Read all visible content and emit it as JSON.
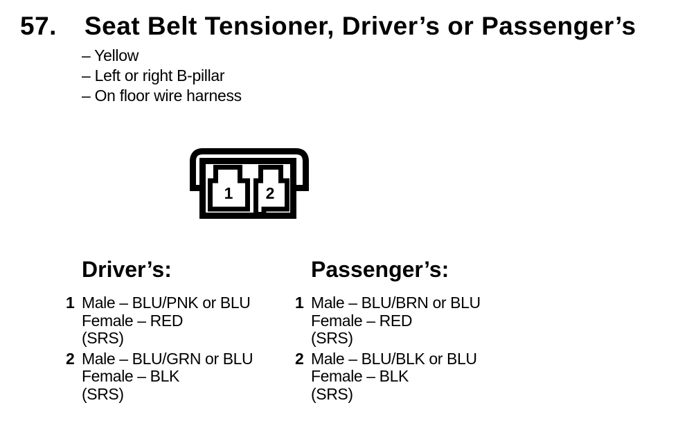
{
  "header": {
    "number": "57.",
    "title": "Seat Belt Tensioner, Driver’s or Passenger’s"
  },
  "notes": [
    "– Yellow",
    "– Left or right B-pillar",
    "– On floor wire harness"
  ],
  "connector": {
    "pins": [
      "1",
      "2"
    ]
  },
  "columns": [
    {
      "heading": "Driver’s:",
      "pins": [
        {
          "num": "1",
          "lines": [
            "Male – BLU/PNK or BLU",
            "Female – RED",
            "(SRS)"
          ]
        },
        {
          "num": "2",
          "lines": [
            "Male – BLU/GRN or BLU",
            "Female – BLK",
            "(SRS)"
          ]
        }
      ]
    },
    {
      "heading": "Passenger’s:",
      "pins": [
        {
          "num": "1",
          "lines": [
            "Male – BLU/BRN or BLU",
            "Female – RED",
            "(SRS)"
          ]
        },
        {
          "num": "2",
          "lines": [
            "Male – BLU/BLK or BLU",
            "Female – BLK",
            "(SRS)"
          ]
        }
      ]
    }
  ],
  "colors": {
    "ink": "#000000",
    "paper": "#ffffff"
  }
}
